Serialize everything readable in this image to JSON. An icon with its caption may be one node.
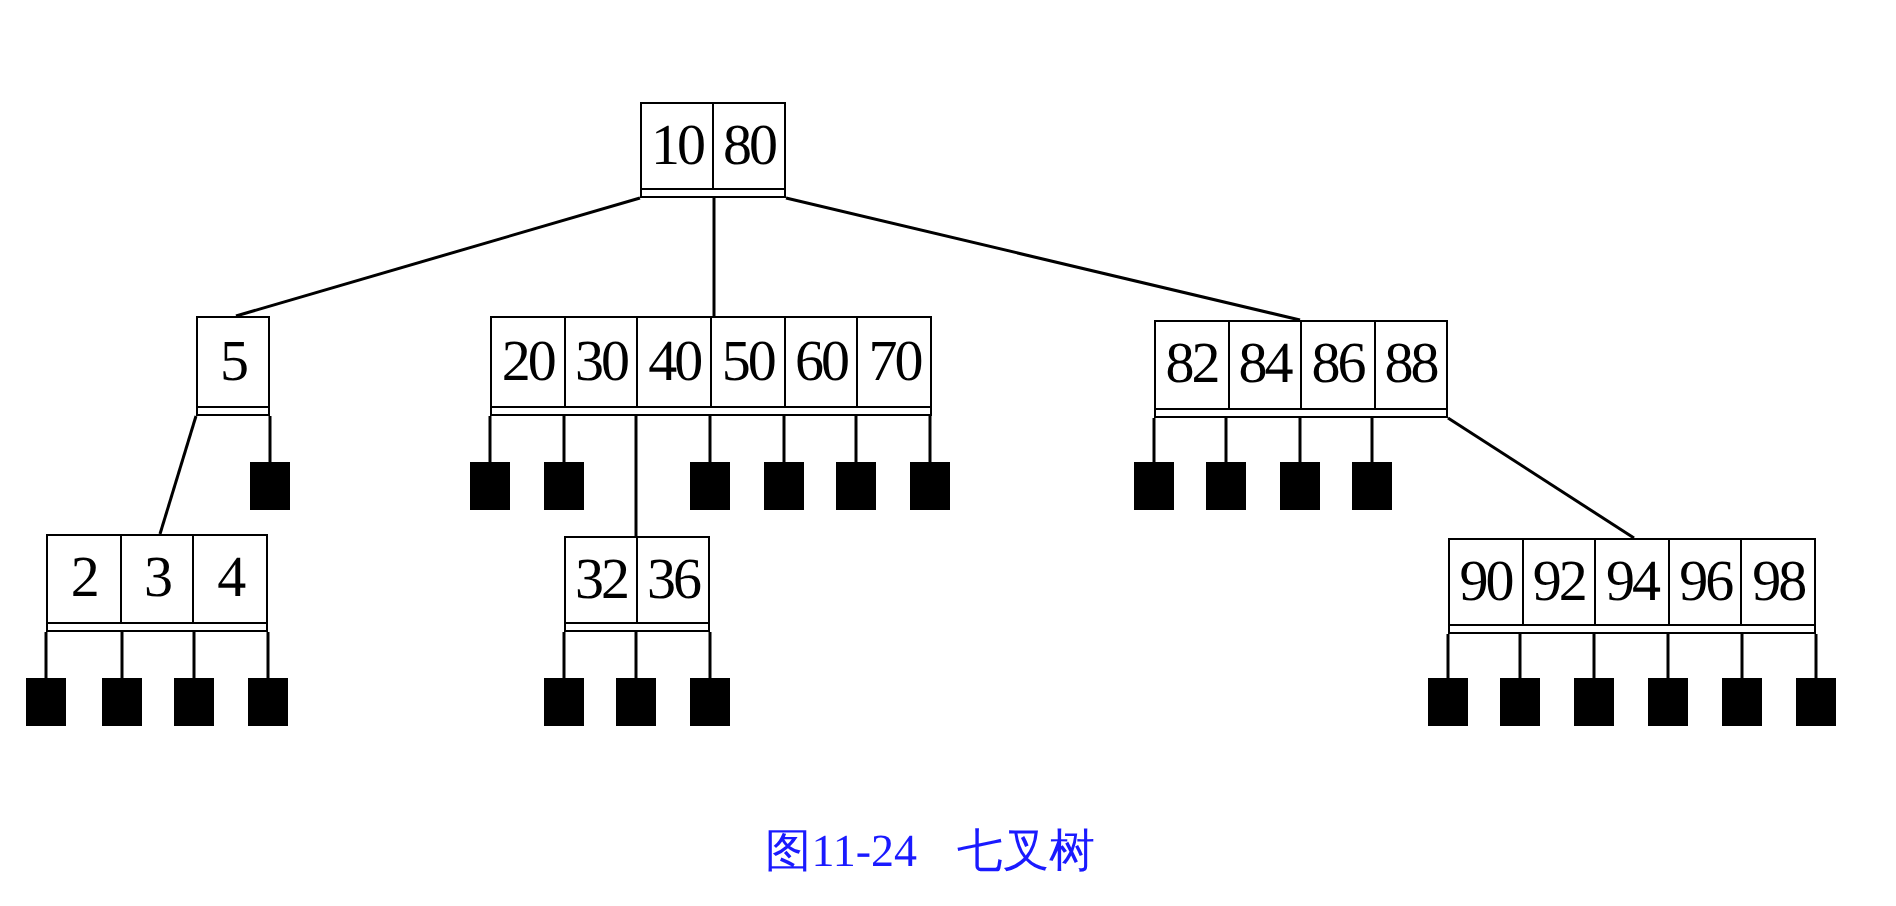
{
  "diagram": {
    "caption": "图11-24 七叉树",
    "nodes": [
      {
        "text": [
          "10",
          "80"
        ]
      },
      {
        "text": [
          "5"
        ]
      },
      {
        "text": [
          "20",
          "30",
          "40",
          "50",
          "60",
          "70"
        ]
      },
      {
        "text": [
          "82",
          "84",
          "86",
          "88"
        ]
      },
      {
        "text": [],
        "shape": "box"
      },
      {
        "text": [],
        "shape": "box"
      },
      {
        "text": [],
        "shape": "box"
      },
      {
        "text": [],
        "shape": "box"
      },
      {
        "text": [],
        "shape": "box"
      },
      {
        "text": [],
        "shape": "box"
      },
      {
        "text": [],
        "shape": "box"
      },
      {
        "text": [],
        "shape": "box"
      },
      {
        "text": [],
        "shape": "box"
      },
      {
        "text": [],
        "shape": "box"
      },
      {
        "text": [],
        "shape": "box"
      },
      {
        "text": [
          "2",
          "3",
          "4"
        ]
      },
      {
        "text": [
          "32",
          "36"
        ]
      },
      {
        "text": [
          "90",
          "92",
          "94",
          "96",
          "98"
        ]
      },
      {
        "text": [],
        "shape": "box"
      },
      {
        "text": [],
        "shape": "box"
      },
      {
        "text": [],
        "shape": "box"
      },
      {
        "text": [],
        "shape": "box"
      },
      {
        "text": [],
        "shape": "box"
      },
      {
        "text": [],
        "shape": "box"
      },
      {
        "text": [],
        "shape": "box"
      },
      {
        "text": [],
        "shape": "box"
      },
      {
        "text": [],
        "shape": "box"
      },
      {
        "text": [],
        "shape": "box"
      },
      {
        "text": [],
        "shape": "box"
      },
      {
        "text": [],
        "shape": "box"
      },
      {
        "text": [],
        "shape": "box"
      }
    ],
    "edges": [
      {
        "from": 0,
        "to": 1,
        "arrow": "none"
      },
      {
        "from": 0,
        "to": 2,
        "arrow": "none"
      },
      {
        "from": 0,
        "to": 3,
        "arrow": "none"
      },
      {
        "from": 1,
        "to": 15,
        "arrow": "none"
      },
      {
        "from": 1,
        "to": 4,
        "arrow": "none"
      },
      {
        "from": 2,
        "to": 5,
        "arrow": "none"
      },
      {
        "from": 2,
        "to": 6,
        "arrow": "none"
      },
      {
        "from": 2,
        "to": 16,
        "arrow": "none"
      },
      {
        "from": 2,
        "to": 7,
        "arrow": "none"
      },
      {
        "from": 2,
        "to": 8,
        "arrow": "none"
      },
      {
        "from": 2,
        "to": 9,
        "arrow": "none"
      },
      {
        "from": 2,
        "to": 10,
        "arrow": "none"
      },
      {
        "from": 3,
        "to": 11,
        "arrow": "none"
      },
      {
        "from": 3,
        "to": 12,
        "arrow": "none"
      },
      {
        "from": 3,
        "to": 13,
        "arrow": "none"
      },
      {
        "from": 3,
        "to": 14,
        "arrow": "none"
      },
      {
        "from": 3,
        "to": 17,
        "arrow": "none"
      },
      {
        "from": 15,
        "to": 18,
        "arrow": "none"
      },
      {
        "from": 15,
        "to": 19,
        "arrow": "none"
      },
      {
        "from": 15,
        "to": 20,
        "arrow": "none"
      },
      {
        "from": 15,
        "to": 21,
        "arrow": "none"
      },
      {
        "from": 16,
        "to": 22,
        "arrow": "none"
      },
      {
        "from": 16,
        "to": 23,
        "arrow": "none"
      },
      {
        "from": 16,
        "to": 24,
        "arrow": "none"
      },
      {
        "from": 17,
        "to": 25,
        "arrow": "none"
      },
      {
        "from": 17,
        "to": 26,
        "arrow": "none"
      },
      {
        "from": 17,
        "to": 27,
        "arrow": "none"
      },
      {
        "from": 17,
        "to": 28,
        "arrow": "none"
      },
      {
        "from": 17,
        "to": 29,
        "arrow": "none"
      },
      {
        "from": 17,
        "to": 30,
        "arrow": "none"
      }
    ]
  }
}
